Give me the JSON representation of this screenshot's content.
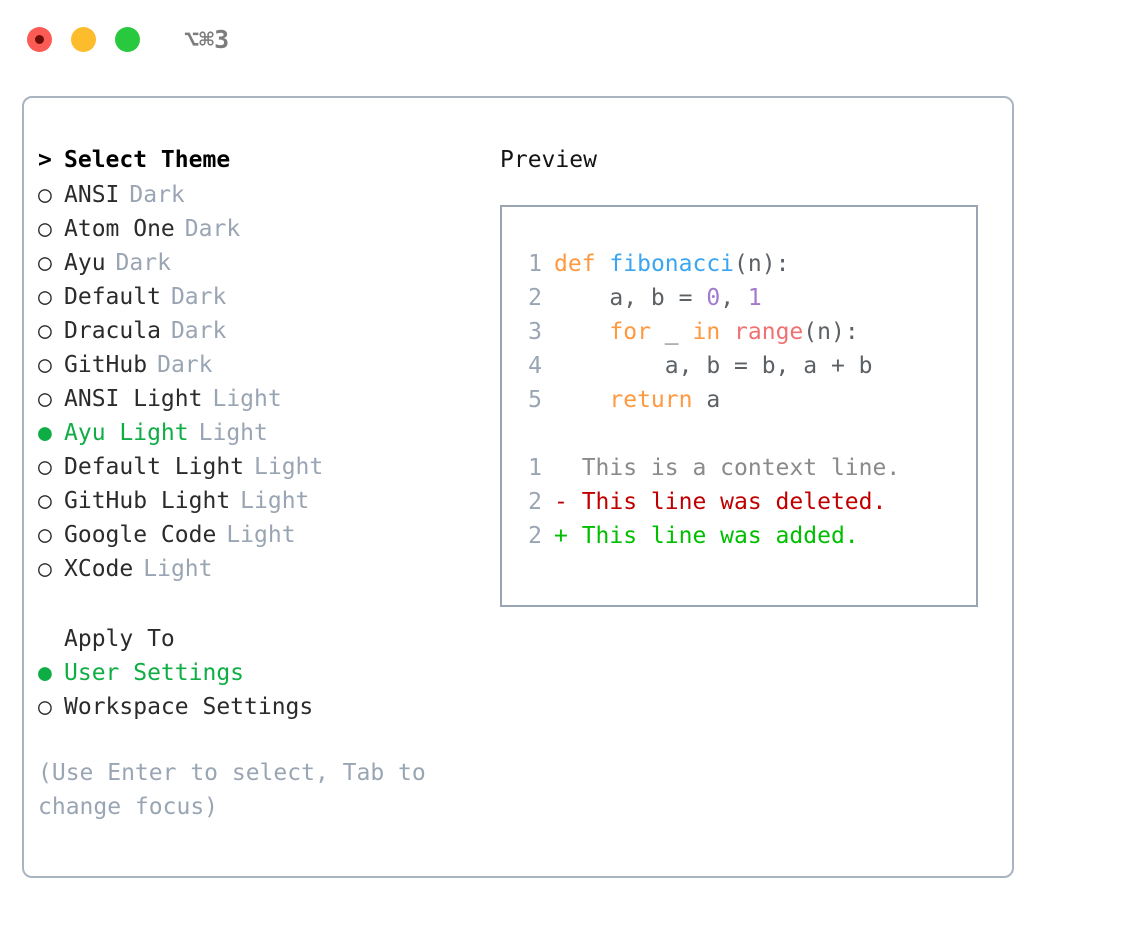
{
  "titlebar": {
    "traffic_lights": [
      {
        "name": "close",
        "color": "#fb5b54"
      },
      {
        "name": "minimize",
        "color": "#fdbc2c"
      },
      {
        "name": "zoom",
        "color": "#28c93f"
      }
    ],
    "shortcut": "⌥⌘3"
  },
  "theme_chooser": {
    "header_marker": ">",
    "header": "Select Theme",
    "marker_off": "○",
    "marker_on": "●",
    "items": [
      {
        "label": "ANSI",
        "tag": "Dark",
        "selected": false
      },
      {
        "label": "Atom One",
        "tag": "Dark",
        "selected": false
      },
      {
        "label": "Ayu",
        "tag": "Dark",
        "selected": false
      },
      {
        "label": "Default",
        "tag": "Dark",
        "selected": false
      },
      {
        "label": "Dracula",
        "tag": "Dark",
        "selected": false
      },
      {
        "label": "GitHub",
        "tag": "Dark",
        "selected": false
      },
      {
        "label": "ANSI Light",
        "tag": "Light",
        "selected": false
      },
      {
        "label": "Ayu Light",
        "tag": "Light",
        "selected": true
      },
      {
        "label": "Default Light",
        "tag": "Light",
        "selected": false
      },
      {
        "label": "GitHub Light",
        "tag": "Light",
        "selected": false
      },
      {
        "label": "Google Code",
        "tag": "Light",
        "selected": false
      },
      {
        "label": "XCode",
        "tag": "Light",
        "selected": false
      }
    ]
  },
  "apply_to": {
    "header": "Apply To",
    "items": [
      {
        "label": "User Settings",
        "selected": true
      },
      {
        "label": "Workspace Settings",
        "selected": false
      }
    ]
  },
  "hint": "(Use Enter to select, Tab to change focus)",
  "preview": {
    "title": "Preview",
    "code_lines": [
      {
        "num": "1",
        "tokens": [
          {
            "t": "def",
            "c": "kw"
          },
          {
            "t": " ",
            "c": "pl"
          },
          {
            "t": "fibonacci",
            "c": "fn"
          },
          {
            "t": "(n):",
            "c": "pl"
          }
        ]
      },
      {
        "num": "2",
        "tokens": [
          {
            "t": "    a, b = ",
            "c": "pl"
          },
          {
            "t": "0",
            "c": "num"
          },
          {
            "t": ", ",
            "c": "pl"
          },
          {
            "t": "1",
            "c": "num"
          }
        ]
      },
      {
        "num": "3",
        "tokens": [
          {
            "t": "    ",
            "c": "pl"
          },
          {
            "t": "for",
            "c": "kw"
          },
          {
            "t": " _ ",
            "c": "pl"
          },
          {
            "t": "in",
            "c": "kw"
          },
          {
            "t": " ",
            "c": "pl"
          },
          {
            "t": "range",
            "c": "bi"
          },
          {
            "t": "(n):",
            "c": "pl"
          }
        ]
      },
      {
        "num": "4",
        "tokens": [
          {
            "t": "        a, b = b, a + b",
            "c": "pl"
          }
        ]
      },
      {
        "num": "5",
        "tokens": [
          {
            "t": "    ",
            "c": "pl"
          },
          {
            "t": "return",
            "c": "kw"
          },
          {
            "t": " a",
            "c": "pl"
          }
        ]
      }
    ],
    "diff_lines": [
      {
        "num": "1",
        "text": "  This is a context line.",
        "kind": "ctx"
      },
      {
        "num": "2",
        "text": "- This line was deleted.",
        "kind": "del"
      },
      {
        "num": "2",
        "text": "+ This line was added.",
        "kind": "add"
      }
    ]
  },
  "colors": {
    "accent_green": "#0fae45",
    "muted": "#9aa5b4",
    "border": "#aab4c0",
    "syntax_keyword": "#ff9940",
    "syntax_function": "#3aa5f0",
    "syntax_number": "#a37acc",
    "syntax_builtin": "#f07171",
    "diff_delete": "#c00000",
    "diff_add": "#00bf00"
  }
}
